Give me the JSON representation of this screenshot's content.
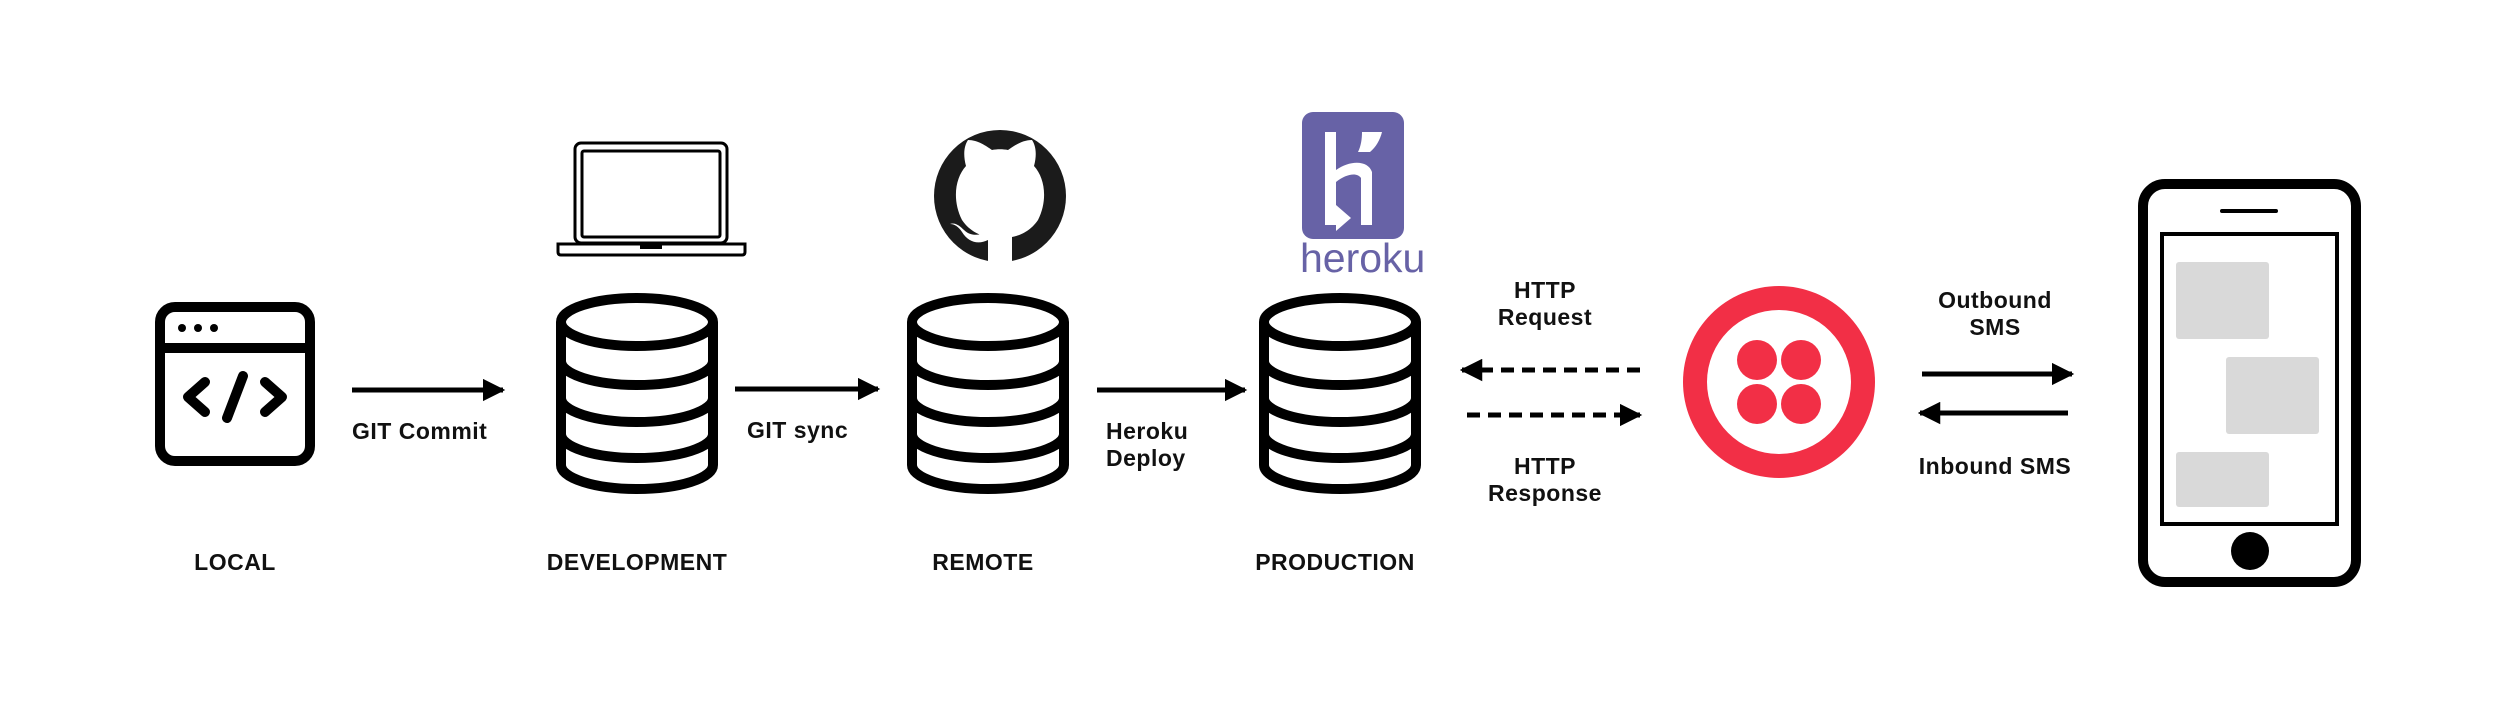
{
  "stages": {
    "local": "LOCAL",
    "development": "DEVELOPMENT",
    "remote": "REMOTE",
    "production": "PRODUCTION"
  },
  "arrows": {
    "git_commit": "GIT Commit",
    "git_sync": "GIT sync",
    "heroku_deploy_1": "Heroku",
    "heroku_deploy_2": "Deploy",
    "http_request_1": "HTTP",
    "http_request_2": "Request",
    "http_response_1": "HTTP",
    "http_response_2": "Response",
    "outbound_sms_1": "Outbound",
    "outbound_sms_2": "SMS",
    "inbound_sms": "Inbound SMS"
  },
  "logos": {
    "heroku_wordmark": "heroku",
    "heroku_color": "#6762a6",
    "twilio_color": "#f22f46",
    "github_icon": "github-octocat-icon"
  },
  "colors": {
    "stroke": "#000000",
    "placeholder": "#d9d9d9"
  }
}
